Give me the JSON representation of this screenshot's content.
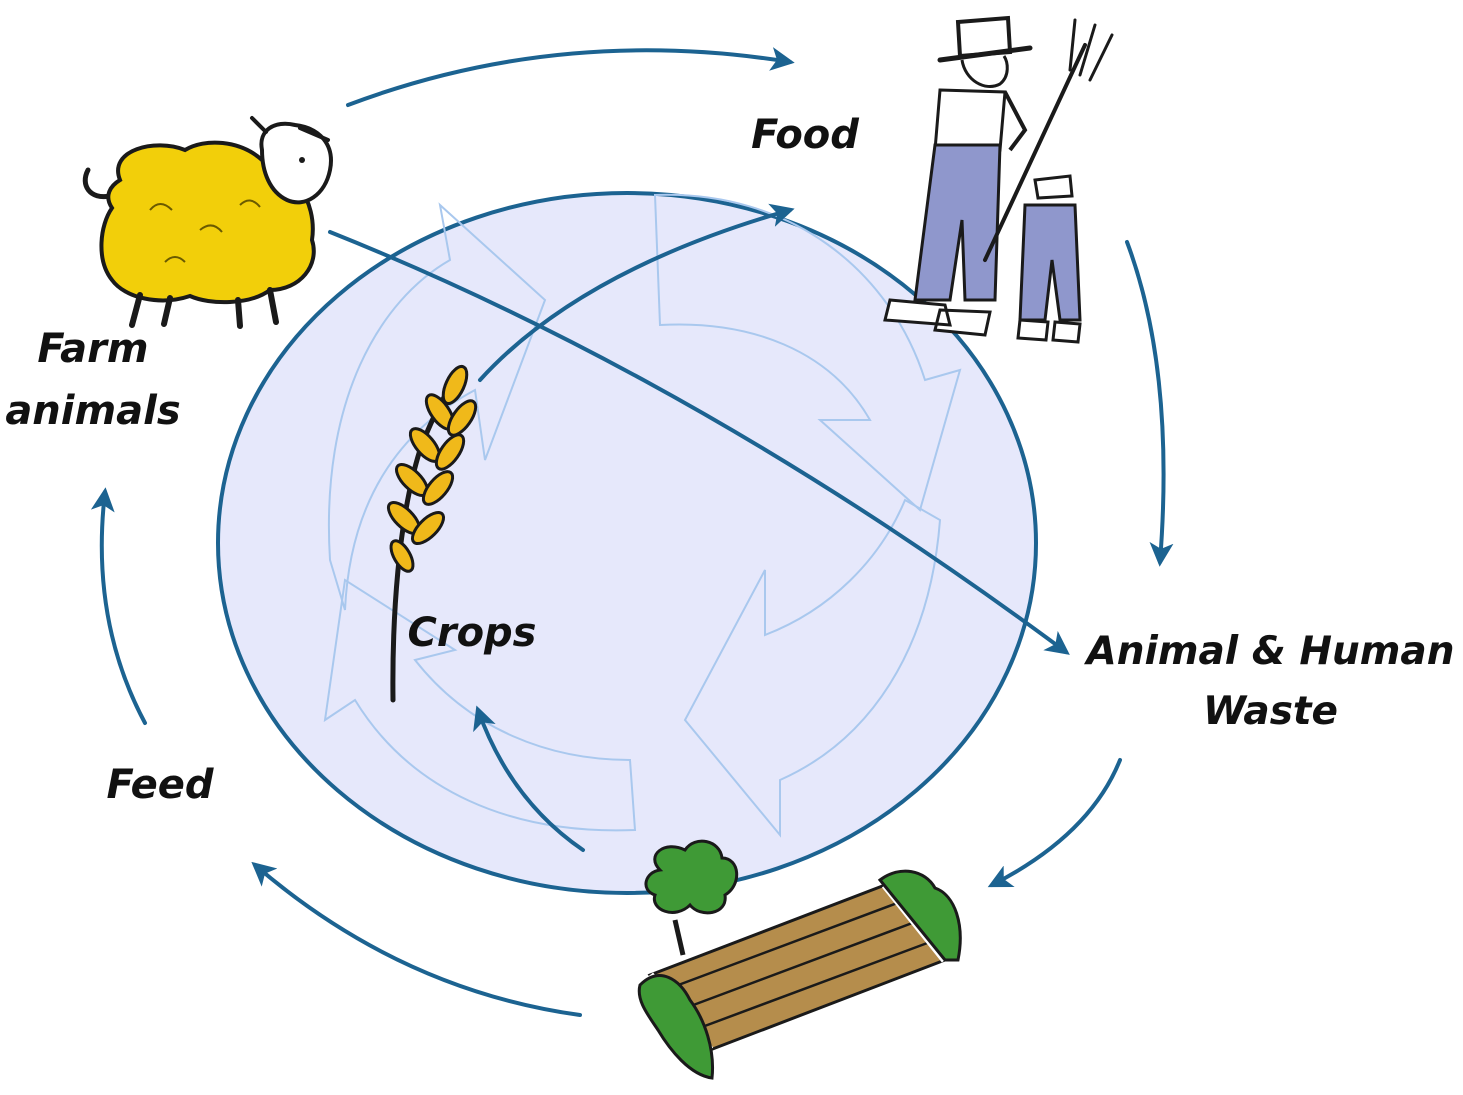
{
  "diagram": {
    "nodes": {
      "food": "Food",
      "farm_animals": [
        "Farm",
        "animals"
      ],
      "crops": "Crops",
      "waste": [
        "Animal & Human",
        "Waste"
      ],
      "feed": "Feed"
    },
    "colors": {
      "arrow": "#1c6391",
      "circle_fill": "#e6e8fb",
      "circle_stroke": "#1c6391",
      "recycle_outline": "#a9c8ee",
      "sheep_wool": "#f2cf0a",
      "overalls": "#8f97cc",
      "field_soil": "#b58d4c",
      "foliage": "#3f9a36"
    },
    "icons": [
      "sheep-icon",
      "farmer-icon",
      "wheat-icon",
      "field-icon",
      "recycle-icon"
    ]
  }
}
